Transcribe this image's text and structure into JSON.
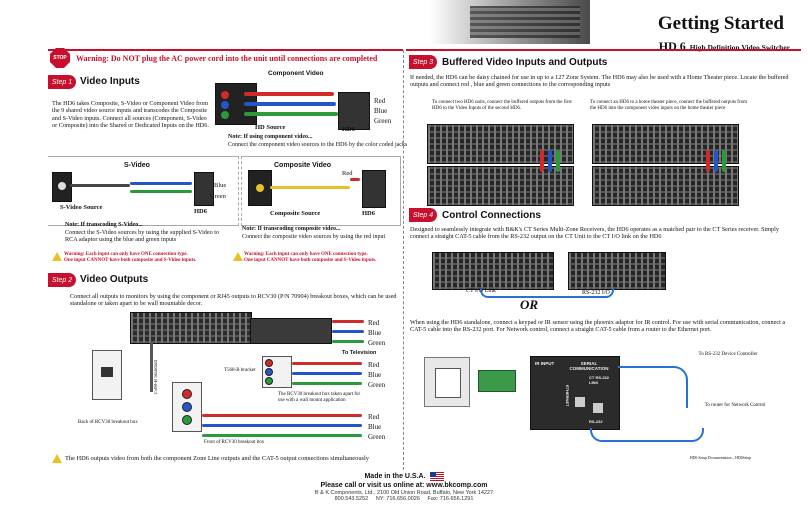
{
  "header": {
    "title": "Getting Started",
    "product_model": "HD 6",
    "product_desc": "High Definition Video Switcher"
  },
  "warning": {
    "stop_label": "STOP",
    "text": "Warning: Do NOT plug the AC power cord into the unit until connections are completed"
  },
  "step1": {
    "tag": "Step 1",
    "heading": "Video Inputs",
    "body": "The HD6 takes Composite, S-Video or Component Video from the 9 shared video source inputs and transcodes the Composite and S-Video inputs. Connect all sources (Component, S-Video or Composite) into the Shared or Dedicated Inputs on the HD6.",
    "component_title": "Component Video",
    "hd_source": "HD Source",
    "hd6": "HD6",
    "colors": [
      "Red",
      "Blue",
      "Green"
    ],
    "component_note_title": "Note: If using component video...",
    "component_note": "Connect the component video sources to the HD6 by the color coded jacks",
    "svideo_title": "S-Video",
    "svideo_source": "S-Video Source",
    "svideo_blue": "Blue",
    "svideo_green": "Green",
    "svideo_hd6": "HD6",
    "svideo_note_title": "Note: If transcoding S-Video...",
    "svideo_note": "Connect the S-Video sources by using the supplied S-Video to RCA adaptor using the blue and green inputs",
    "svideo_warning1": "Warning: Each input can only have ONE connection type.",
    "svideo_warning2": "One input CANNOT have both composite and S-Video inputs.",
    "composite_title": "Composite Video",
    "composite_red": "Red",
    "composite_source": "Composite Source",
    "composite_hd6": "HD6",
    "composite_note_title": "Note: If transcoding composite video...",
    "composite_note": "Connect the composite video sources by using the red input",
    "composite_warning1": "Warning: Each input can only have ONE connection type.",
    "composite_warning2": "One input CANNOT have both composite and S-Video inputs."
  },
  "step2": {
    "tag": "Step 2",
    "heading": "Video Outputs",
    "body": "Connect all outputs to monitors by using the component or RJ45 outputs to RCV30 (P/N 70904) breakout boxes, which can be used standalone or taken apart to be wall mountable decor.",
    "colors_top": [
      "Red",
      "Blue",
      "Green"
    ],
    "to_television": "To Television",
    "t568b_bracket": "T568-B bracket",
    "t568b_standard": "T568-B Standard",
    "colors_mid": [
      "Red",
      "Blue",
      "Green"
    ],
    "rcv30_taken_apart": "The RCV30 breakout box taken apart for use with a wall mount application",
    "back_label": "Back of RCV30 breakout box",
    "front_label": "Front of RCV30 breakout box",
    "colors_bottom": [
      "Red",
      "Blue",
      "Green"
    ],
    "footer_note": "The HD6 outputs video from both the component Zone Line outputs and the CAT-5 output connections simultaneously"
  },
  "step3": {
    "tag": "Step 3",
    "heading": "Buffered Video Inputs and Outputs",
    "body": "If needed, the HD6 can be daisy chained for use in up to a 127 Zone System. The HD6 may also be used with a Home Theater piece. Locate the buffered outputs and connect red , blue and green connections to the corresponding inputs",
    "left_caption": "To connect two HD6 units, connect the buffered outputs from the first HD6 to the Video Inputs of the second HD6.",
    "right_caption": "To connect an HD6 to a home theater piece, connect the buffered outputs from the HD6 into the component video inputs on the home theater piece"
  },
  "step4": {
    "tag": "Step 4",
    "heading": "Control Connections",
    "body": "Designed to seamlessly integrate with B&K's CT Series Multi-Zone Receivers, the HD6 operates as a matched pair to the CT Series receiver. Simply connect a straight CAT-5 cable from the RS-232 output on the CT Unit to the CT I/O link on the HD6",
    "ct_io_link": "CT I/O Link",
    "rs232_io": "RS-232 I/O",
    "or": "OR",
    "standalone_body": "When using the HD6 standalone, connect a keypad or IR sensor using the phoenix adaptor for IR control. For use with serial communication, connect a CAT-5 cable into the RS-232 port. For Network control, connect a straight CAT-5 cable from a router to the Ethernet port.",
    "panel_ir_input": "IR INPUT",
    "panel_serial": "SERIAL COMMUNICATION",
    "panel_ct_link": "CT RS-232 LINK",
    "panel_ethernet": "ETHERNET",
    "panel_rs232": "RS-232",
    "to_rs232": "To RS-232 Device Controller",
    "to_router": "To router for Network Control",
    "doc_code": "HD6 Setup Documentation – HD6Setup"
  },
  "footer": {
    "made_in": "Made in the U.S.A.",
    "call": "Please call or visit us online at: www.bkcomp.com",
    "address": "B & K Components, Ltd., 2100 Old Union Road, Buffalo, New York 14227",
    "phones": "800.543.5252     NY: 716.656.0026     Fax: 716.656.1291"
  },
  "colors": {
    "accent_red": "#c8102e",
    "rca_red": "#d22a2a",
    "rca_blue": "#2456c8",
    "rca_green": "#2a9a3a",
    "cable_yellow": "#e6c229"
  }
}
